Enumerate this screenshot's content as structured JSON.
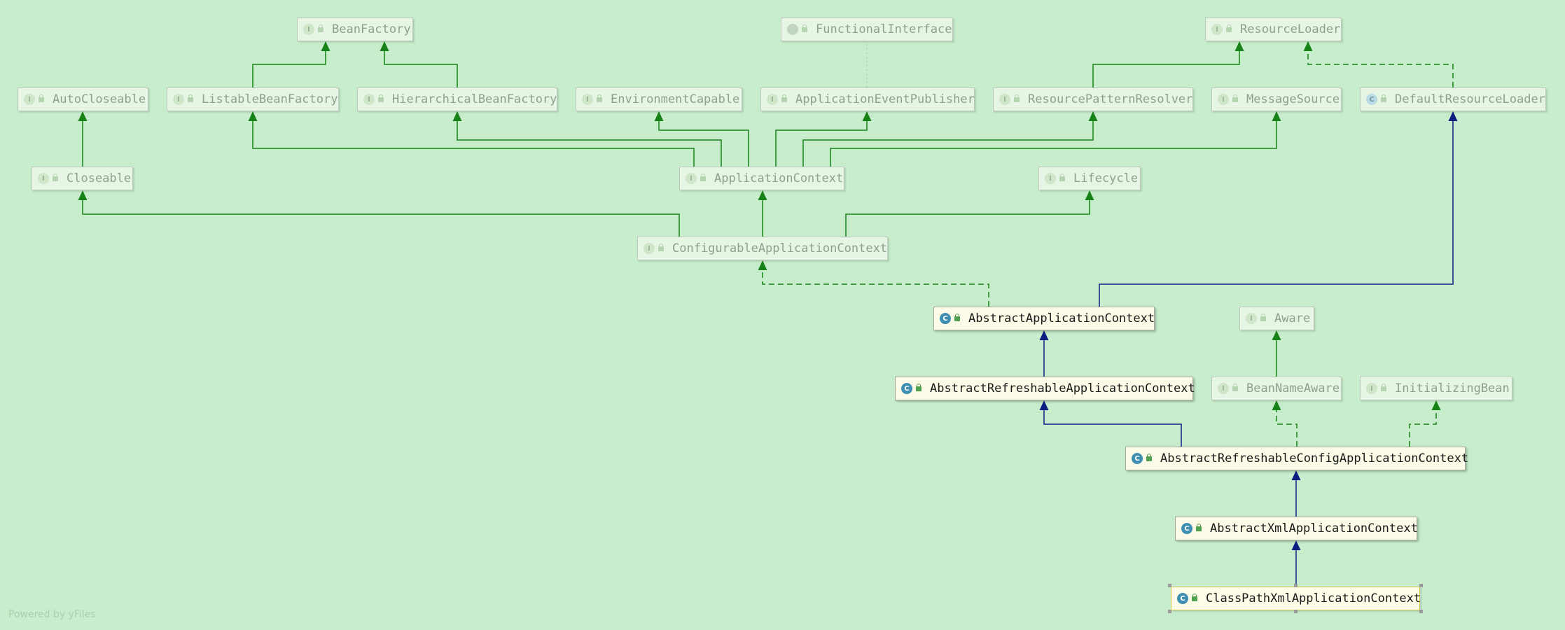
{
  "diagram": {
    "title": "ClassPathXmlApplicationContext class hierarchy",
    "watermark": "Powered by yFiles",
    "nodes": [
      {
        "id": "BeanFactory",
        "label": "BeanFactory",
        "kind": "interface",
        "kind_glyph": "I",
        "state": "faded"
      },
      {
        "id": "FunctionalInterface",
        "label": "FunctionalInterface",
        "kind": "annotation",
        "kind_glyph": "@",
        "state": "faded"
      },
      {
        "id": "ResourceLoader",
        "label": "ResourceLoader",
        "kind": "interface",
        "kind_glyph": "I",
        "state": "faded"
      },
      {
        "id": "AutoCloseable",
        "label": "AutoCloseable",
        "kind": "interface",
        "kind_glyph": "I",
        "state": "faded"
      },
      {
        "id": "ListableBeanFactory",
        "label": "ListableBeanFactory",
        "kind": "interface",
        "kind_glyph": "I",
        "state": "faded"
      },
      {
        "id": "HierarchicalBeanFactory",
        "label": "HierarchicalBeanFactory",
        "kind": "interface",
        "kind_glyph": "I",
        "state": "faded"
      },
      {
        "id": "EnvironmentCapable",
        "label": "EnvironmentCapable",
        "kind": "interface",
        "kind_glyph": "I",
        "state": "faded"
      },
      {
        "id": "ApplicationEventPublisher",
        "label": "ApplicationEventPublisher",
        "kind": "interface",
        "kind_glyph": "I",
        "state": "faded"
      },
      {
        "id": "ResourcePatternResolver",
        "label": "ResourcePatternResolver",
        "kind": "interface",
        "kind_glyph": "I",
        "state": "faded"
      },
      {
        "id": "MessageSource",
        "label": "MessageSource",
        "kind": "interface",
        "kind_glyph": "I",
        "state": "faded"
      },
      {
        "id": "DefaultResourceLoader",
        "label": "DefaultResourceLoader",
        "kind": "class",
        "kind_glyph": "C",
        "state": "faded"
      },
      {
        "id": "Closeable",
        "label": "Closeable",
        "kind": "interface",
        "kind_glyph": "I",
        "state": "faded"
      },
      {
        "id": "ApplicationContext",
        "label": "ApplicationContext",
        "kind": "interface",
        "kind_glyph": "I",
        "state": "faded"
      },
      {
        "id": "Lifecycle",
        "label": "Lifecycle",
        "kind": "interface",
        "kind_glyph": "I",
        "state": "faded"
      },
      {
        "id": "ConfigurableApplicationContext",
        "label": "ConfigurableApplicationContext",
        "kind": "interface",
        "kind_glyph": "I",
        "state": "faded"
      },
      {
        "id": "AbstractApplicationContext",
        "label": "AbstractApplicationContext",
        "kind": "class",
        "kind_glyph": "C",
        "state": "active"
      },
      {
        "id": "Aware",
        "label": "Aware",
        "kind": "interface",
        "kind_glyph": "I",
        "state": "faded"
      },
      {
        "id": "AbstractRefreshableApplicationContext",
        "label": "AbstractRefreshableApplicationContext",
        "kind": "class",
        "kind_glyph": "C",
        "state": "active"
      },
      {
        "id": "BeanNameAware",
        "label": "BeanNameAware",
        "kind": "interface",
        "kind_glyph": "I",
        "state": "faded"
      },
      {
        "id": "InitializingBean",
        "label": "InitializingBean",
        "kind": "interface",
        "kind_glyph": "I",
        "state": "faded"
      },
      {
        "id": "AbstractRefreshableConfigApplicationContext",
        "label": "AbstractRefreshableConfigApplicationContext",
        "kind": "class",
        "kind_glyph": "C",
        "state": "active"
      },
      {
        "id": "AbstractXmlApplicationContext",
        "label": "AbstractXmlApplicationContext",
        "kind": "class",
        "kind_glyph": "C",
        "state": "active"
      },
      {
        "id": "ClassPathXmlApplicationContext",
        "label": "ClassPathXmlApplicationContext",
        "kind": "class",
        "kind_glyph": "C",
        "state": "selected"
      }
    ],
    "edges": [
      {
        "from": "ListableBeanFactory",
        "to": "BeanFactory",
        "type": "interface-extends"
      },
      {
        "from": "HierarchicalBeanFactory",
        "to": "BeanFactory",
        "type": "interface-extends"
      },
      {
        "from": "Closeable",
        "to": "AutoCloseable",
        "type": "interface-extends"
      },
      {
        "from": "ResourcePatternResolver",
        "to": "ResourceLoader",
        "type": "interface-extends"
      },
      {
        "from": "DefaultResourceLoader",
        "to": "ResourceLoader",
        "type": "implements"
      },
      {
        "from": "ApplicationEventPublisher",
        "to": "FunctionalInterface",
        "type": "annotated"
      },
      {
        "from": "ApplicationContext",
        "to": "ListableBeanFactory",
        "type": "interface-extends"
      },
      {
        "from": "ApplicationContext",
        "to": "HierarchicalBeanFactory",
        "type": "interface-extends"
      },
      {
        "from": "ApplicationContext",
        "to": "EnvironmentCapable",
        "type": "interface-extends"
      },
      {
        "from": "ApplicationContext",
        "to": "ApplicationEventPublisher",
        "type": "interface-extends"
      },
      {
        "from": "ApplicationContext",
        "to": "ResourcePatternResolver",
        "type": "interface-extends"
      },
      {
        "from": "ApplicationContext",
        "to": "MessageSource",
        "type": "interface-extends"
      },
      {
        "from": "ConfigurableApplicationContext",
        "to": "Closeable",
        "type": "interface-extends"
      },
      {
        "from": "ConfigurableApplicationContext",
        "to": "ApplicationContext",
        "type": "interface-extends"
      },
      {
        "from": "ConfigurableApplicationContext",
        "to": "Lifecycle",
        "type": "interface-extends"
      },
      {
        "from": "AbstractApplicationContext",
        "to": "ConfigurableApplicationContext",
        "type": "implements"
      },
      {
        "from": "AbstractApplicationContext",
        "to": "DefaultResourceLoader",
        "type": "class-extends"
      },
      {
        "from": "AbstractRefreshableApplicationContext",
        "to": "AbstractApplicationContext",
        "type": "class-extends"
      },
      {
        "from": "BeanNameAware",
        "to": "Aware",
        "type": "interface-extends"
      },
      {
        "from": "AbstractRefreshableConfigApplicationContext",
        "to": "AbstractRefreshableApplicationContext",
        "type": "class-extends"
      },
      {
        "from": "AbstractRefreshableConfigApplicationContext",
        "to": "BeanNameAware",
        "type": "implements"
      },
      {
        "from": "AbstractRefreshableConfigApplicationContext",
        "to": "InitializingBean",
        "type": "implements"
      },
      {
        "from": "AbstractXmlApplicationContext",
        "to": "AbstractRefreshableConfigApplicationContext",
        "type": "class-extends"
      },
      {
        "from": "ClassPathXmlApplicationContext",
        "to": "AbstractXmlApplicationContext",
        "type": "class-extends"
      }
    ]
  },
  "colors": {
    "background": "#c7edcc",
    "interface_edge": "#178217",
    "class_edge": "#0c1f80",
    "annotation_edge": "#9fc29f"
  }
}
